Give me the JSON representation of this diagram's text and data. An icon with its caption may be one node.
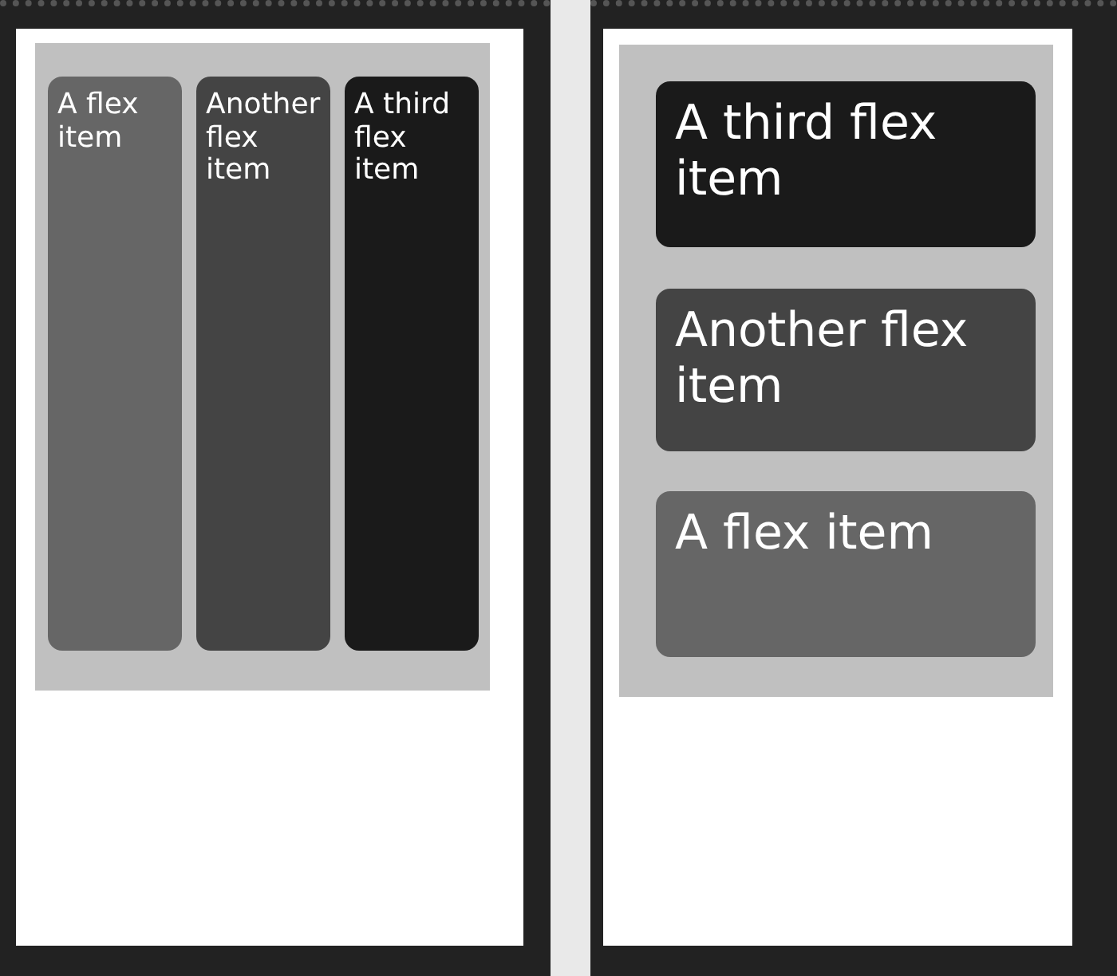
{
  "diagram": {
    "nodes": [
      {
        "text": [],
        "shape": "box"
      },
      {
        "text": [
          "A flex item"
        ],
        "in": 0
      },
      {
        "text": [
          "Another flex item"
        ],
        "in": 0
      },
      {
        "text": [
          "A third flex item"
        ],
        "in": 0
      },
      {
        "text": [],
        "shape": "box"
      },
      {
        "text": [
          "A third flex item"
        ],
        "in": 4
      },
      {
        "text": [
          "Another flex item"
        ],
        "in": 4
      },
      {
        "text": [
          "A flex item"
        ],
        "in": 4
      }
    ],
    "edges": []
  }
}
